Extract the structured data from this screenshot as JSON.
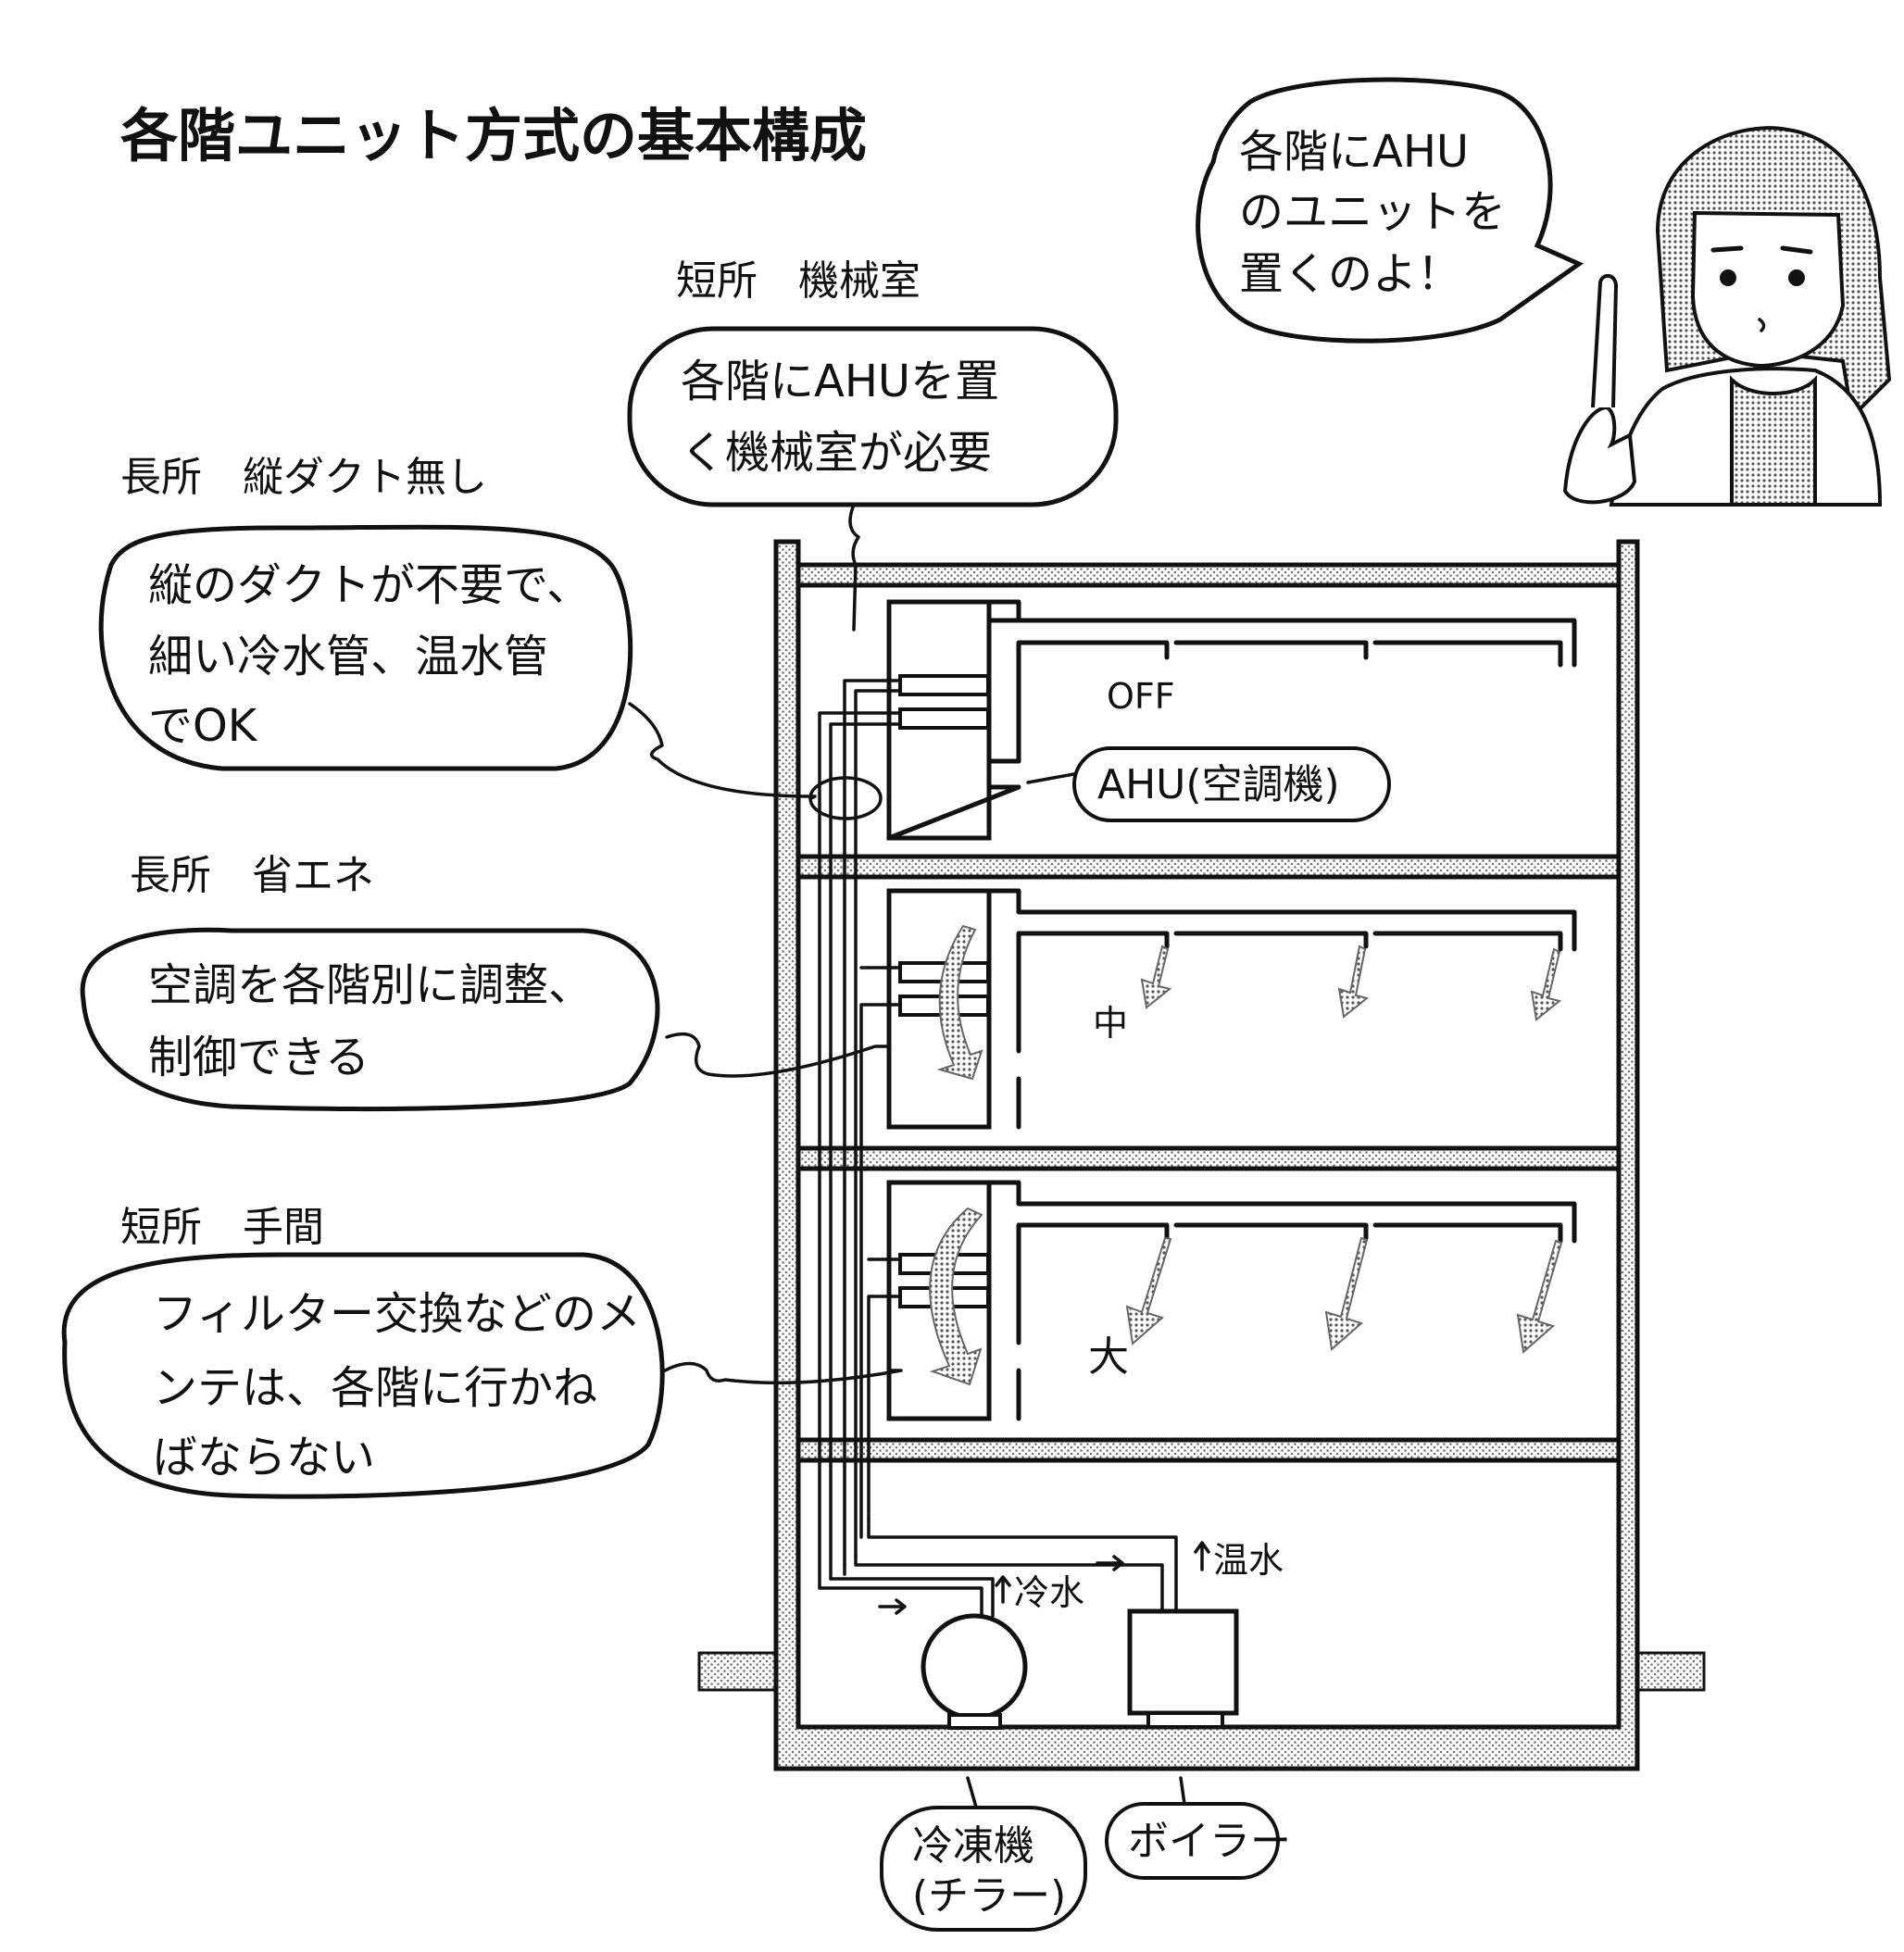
{
  "title": "各階ユニット方式の基本構成",
  "notes": [
    {
      "heading": "短所　機械室",
      "lines": [
        "各階にAHUを置",
        "く機械室が必要"
      ]
    },
    {
      "heading": "長所　縦ダクト無し",
      "lines": [
        "縦のダクトが不要で、",
        "細い冷水管、温水管",
        "でOK"
      ]
    },
    {
      "heading": "長所　省エネ",
      "lines": [
        "空調を各階別に調整、",
        "制御できる"
      ]
    },
    {
      "heading": "短所　手間",
      "lines": [
        "フィルター交換などのメ",
        "ンテは、各階に行かね",
        "ばならない"
      ]
    }
  ],
  "speech": {
    "lines": [
      "各階にAHU",
      "のユニットを",
      "置くのよ！"
    ]
  },
  "floors": {
    "top_status": "OFF",
    "mid_status": "中",
    "low_status": "大",
    "ahu_label": "AHU(空調機)"
  },
  "basement": {
    "cold_water": "冷水",
    "hot_water": "温水",
    "chiller_lines": [
      "冷凍機",
      "(チラー)"
    ],
    "boiler": "ボイラー"
  },
  "colors": {
    "ink": "#111111",
    "hatch": "#bdbdbd",
    "paper": "#ffffff"
  },
  "icons": [
    "woman-character-icon",
    "flow-arrow-icon",
    "chiller-icon",
    "boiler-icon"
  ]
}
